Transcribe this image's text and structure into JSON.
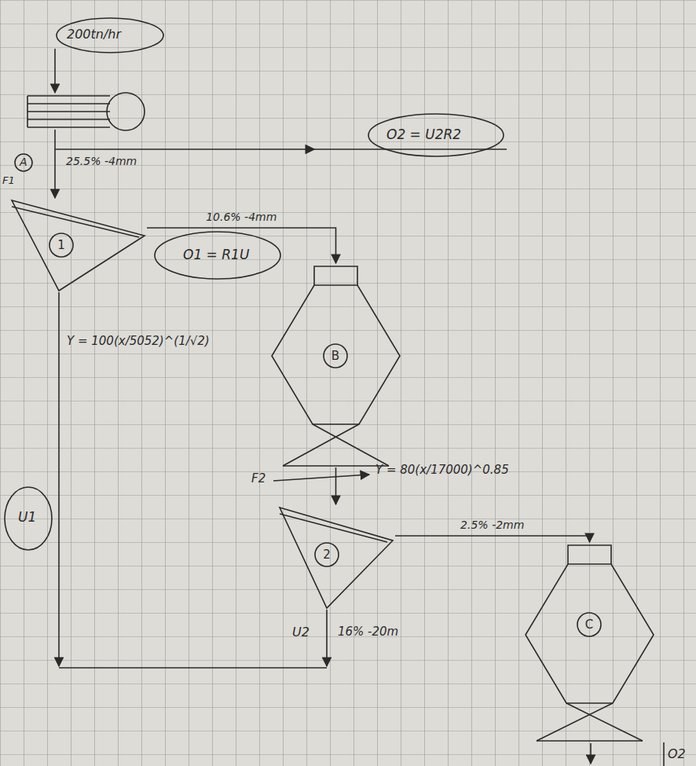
{
  "diagram": {
    "nodes": [
      {
        "text": [
          "1"
        ]
      },
      {
        "text": [
          "B"
        ]
      },
      {
        "text": [
          "2"
        ]
      },
      {
        "text": [
          "C"
        ]
      }
    ],
    "edges": [
      {
        "from": 0,
        "to": 1,
        "arrow": "to",
        "label": "10.6% -4mm"
      },
      {
        "from": 1,
        "to": 2,
        "arrow": "to"
      },
      {
        "from": 2,
        "to": 3,
        "arrow": "to",
        "label": "2.5% -2mm"
      }
    ],
    "labels": [
      "200tn/hr",
      "A",
      "F1",
      "25.5% -4mm",
      "O2 = U2R2",
      "O1 = R1U",
      "Y = 100(x/5052)^(1/√2)",
      "U1",
      "F2",
      "Y = 80(x/17000)^0.85",
      "U2",
      "16% -20m",
      "O2"
    ]
  }
}
